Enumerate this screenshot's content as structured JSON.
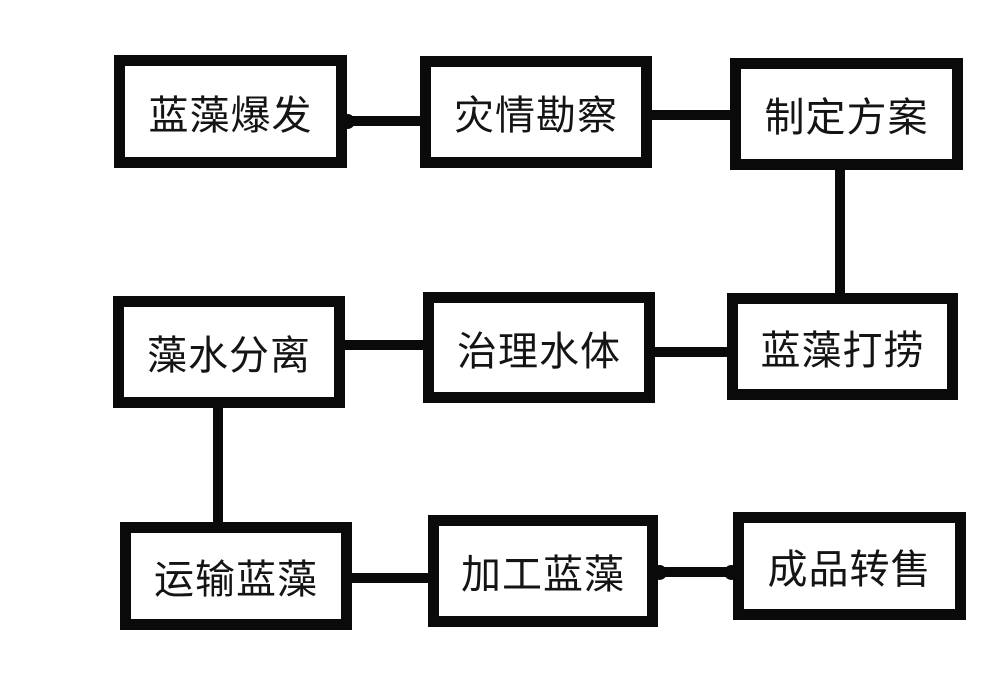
{
  "diagram": {
    "type": "flowchart",
    "language": "zh-CN",
    "nodes": [
      {
        "id": "n1",
        "label": "蓝藻爆发"
      },
      {
        "id": "n2",
        "label": "灾情勘察"
      },
      {
        "id": "n3",
        "label": "制定方案"
      },
      {
        "id": "n4",
        "label": "藻水分离"
      },
      {
        "id": "n5",
        "label": "治理水体"
      },
      {
        "id": "n6",
        "label": "蓝藻打捞"
      },
      {
        "id": "n7",
        "label": "运输蓝藻"
      },
      {
        "id": "n8",
        "label": "加工蓝藻"
      },
      {
        "id": "n9",
        "label": "成品转售"
      }
    ],
    "edges": [
      {
        "from": "蓝藻爆发",
        "to": "灾情勘察",
        "orientation": "horizontal"
      },
      {
        "from": "灾情勘察",
        "to": "制定方案",
        "orientation": "horizontal"
      },
      {
        "from": "制定方案",
        "to": "蓝藻打捞",
        "orientation": "vertical"
      },
      {
        "from": "蓝藻打捞",
        "to": "治理水体",
        "orientation": "horizontal"
      },
      {
        "from": "治理水体",
        "to": "藻水分离",
        "orientation": "horizontal"
      },
      {
        "from": "藻水分离",
        "to": "运输蓝藻",
        "orientation": "vertical"
      },
      {
        "from": "运输蓝藻",
        "to": "加工蓝藻",
        "orientation": "horizontal"
      },
      {
        "from": "加工蓝藻",
        "to": "成品转售",
        "orientation": "horizontal"
      }
    ],
    "flow_order": [
      "蓝藻爆发",
      "灾情勘察",
      "制定方案",
      "蓝藻打捞",
      "治理水体",
      "藻水分离",
      "运输蓝藻",
      "加工蓝藻",
      "成品转售"
    ],
    "colors": {
      "background": "#ffffff",
      "node_border": "#0a0a0a",
      "node_fill": "#ffffff",
      "text": "#141414",
      "line": "#0a0a0a"
    }
  }
}
